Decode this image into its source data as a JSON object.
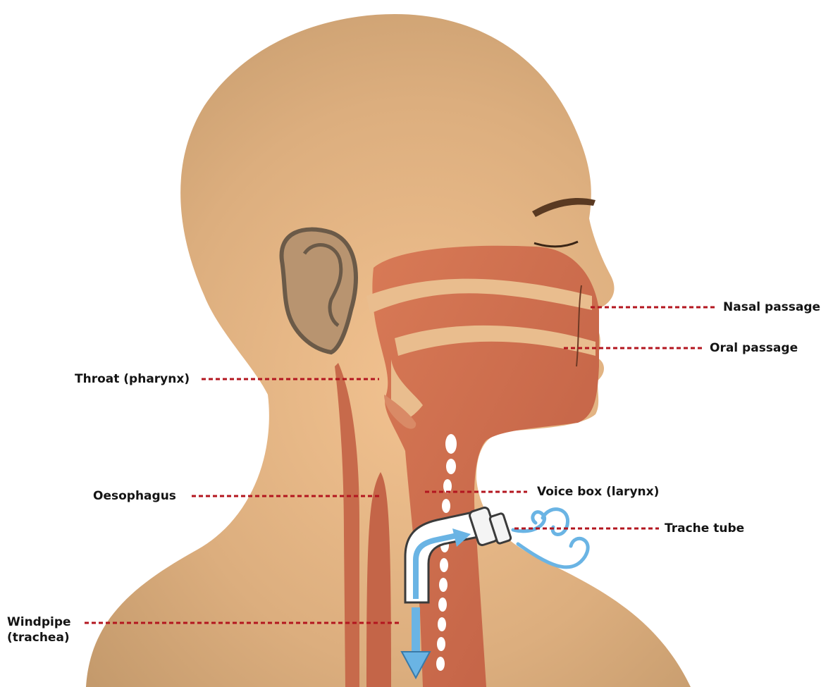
{
  "labels": {
    "nasal": "Nasal passage",
    "oral": "Oral passage",
    "throat": "Throat (pharynx)",
    "oesophagus": "Oesophagus",
    "voice_box": "Voice box (larynx)",
    "trache_tube": "Trache tube",
    "windpipe_line1": "Windpipe",
    "windpipe_line2": "(trachea)"
  },
  "colors": {
    "skin": "#e4b583",
    "skin_dark": "#c99a6a",
    "airway": "#cf6f4f",
    "leader": "#b3161f",
    "airflow": "#6ab4e4",
    "cartilage": "#ffffff"
  }
}
